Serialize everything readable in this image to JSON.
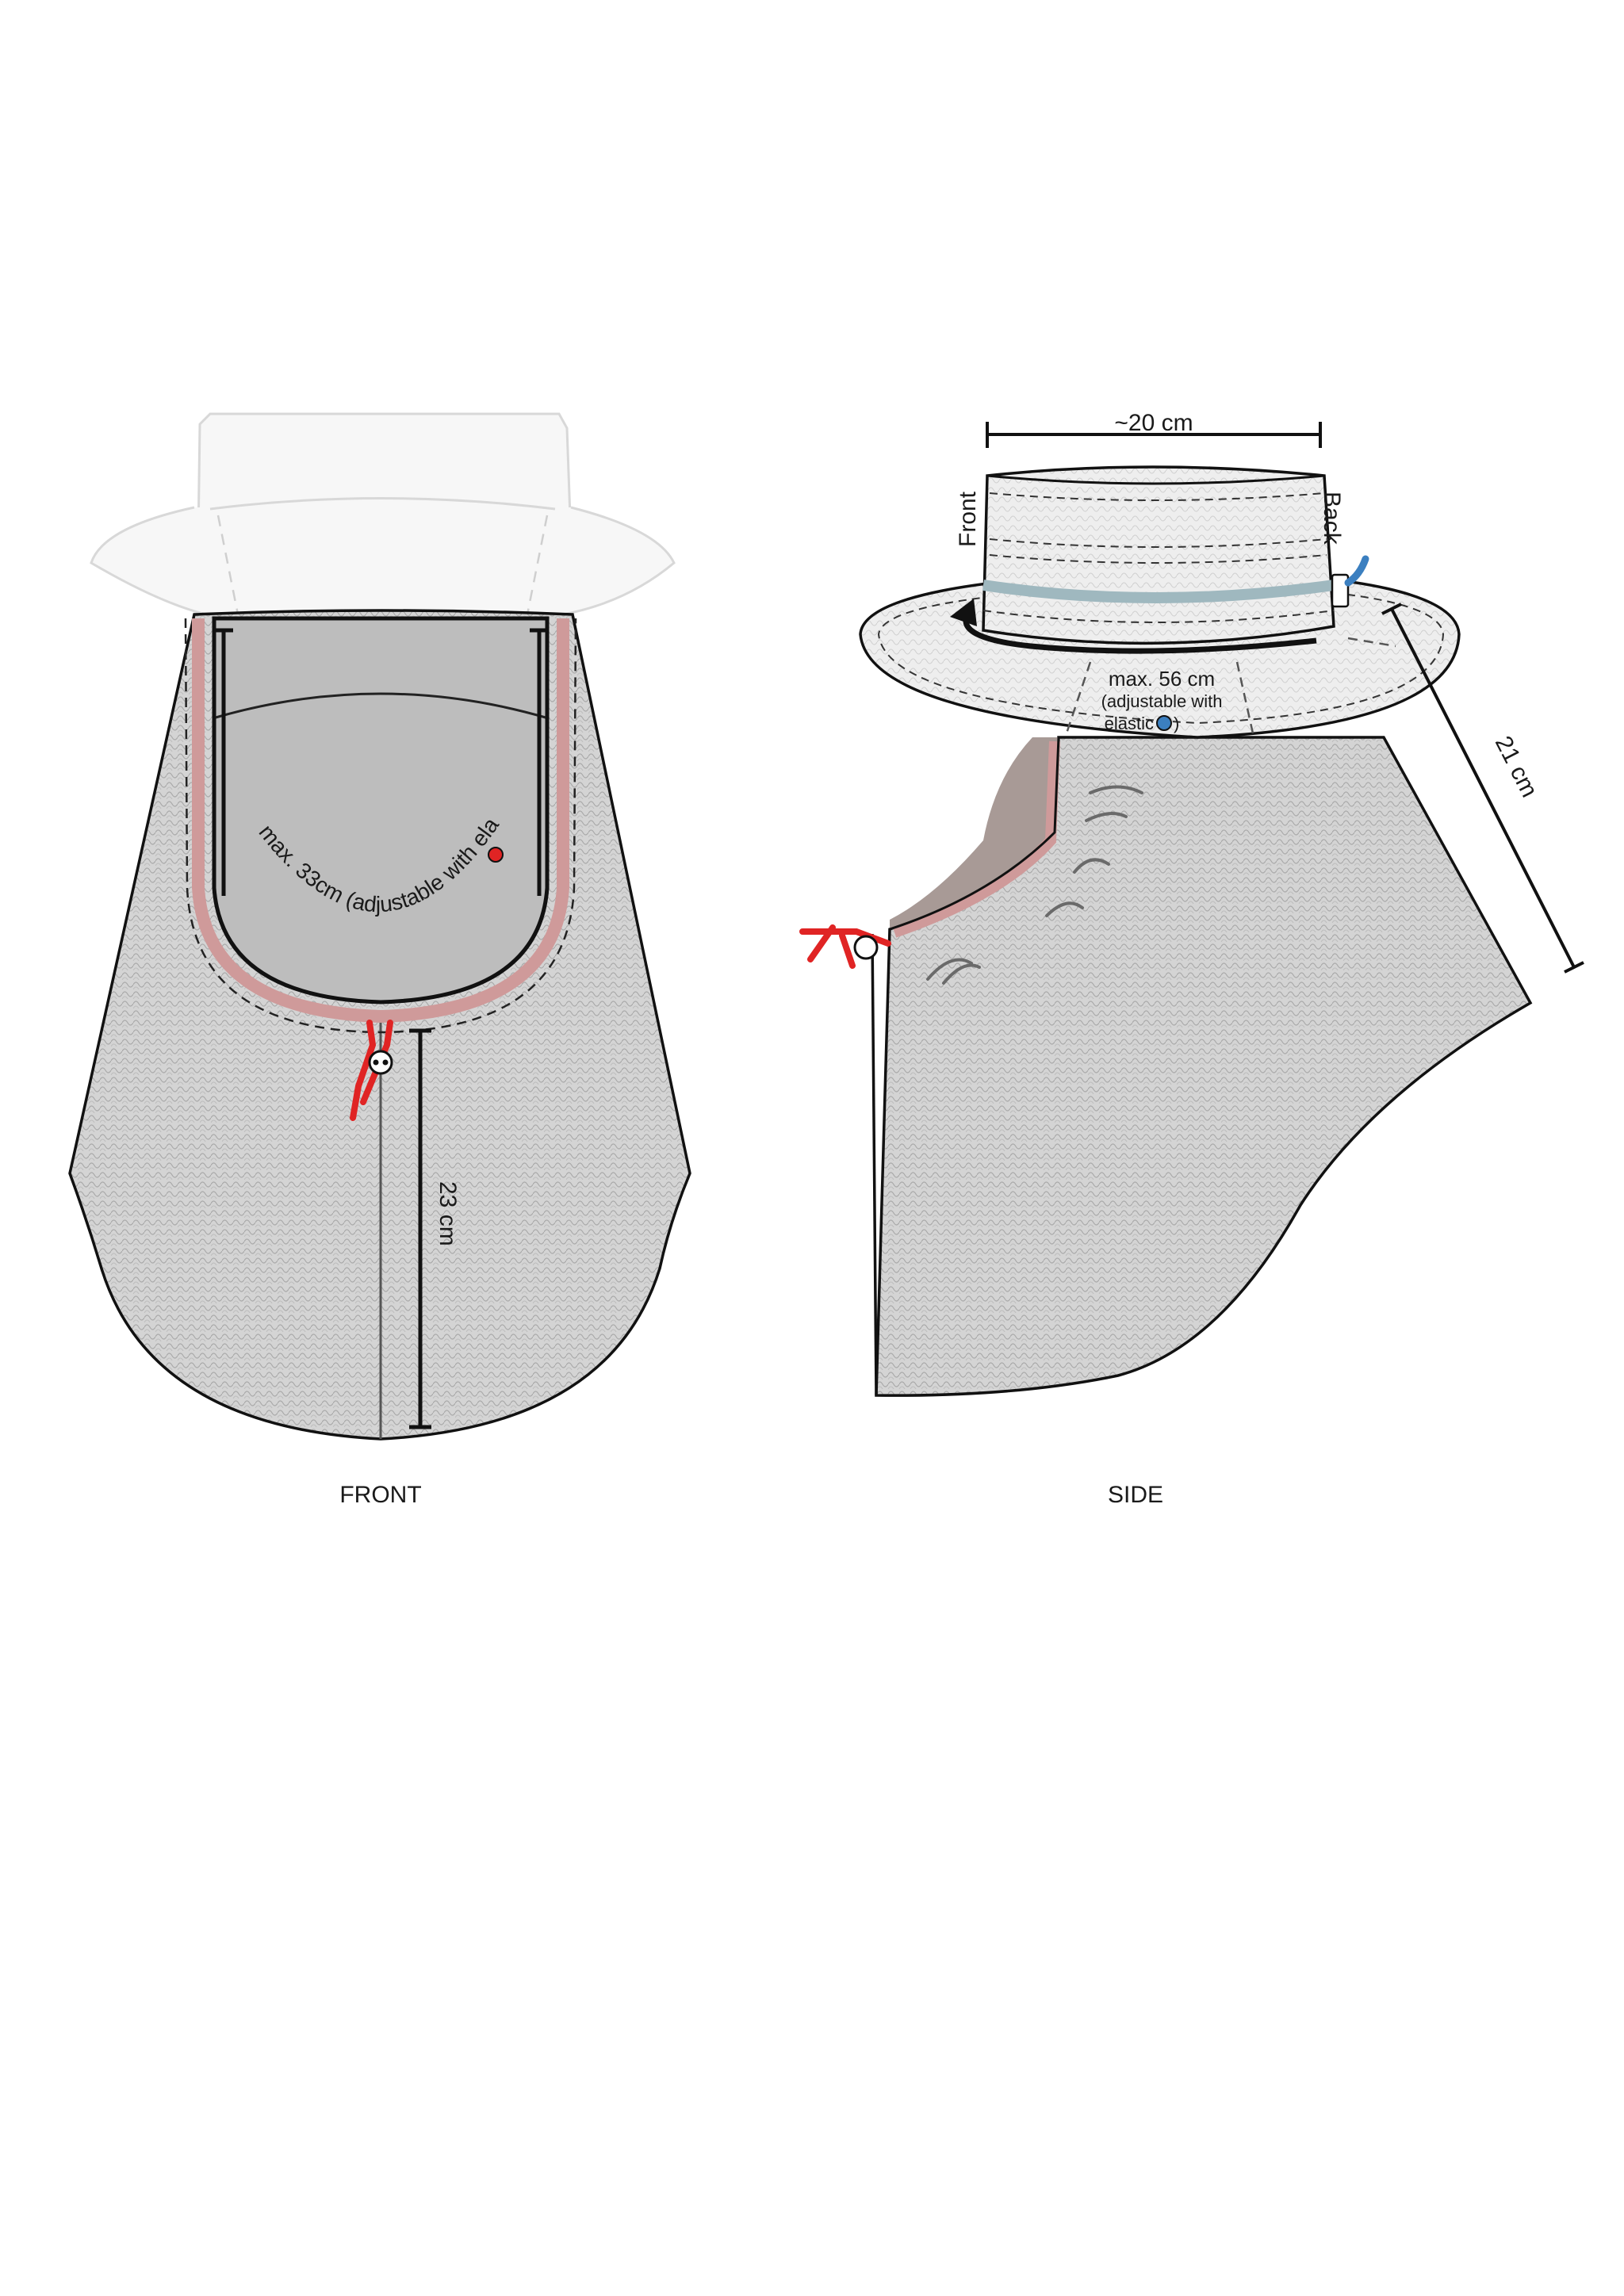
{
  "front": {
    "caption": "FRONT",
    "neck_text": "max. 33cm (adjustable with elastic",
    "length_text": "23 cm"
  },
  "side": {
    "caption": "SIDE",
    "crown_width": "~20 cm",
    "front_text": "Front",
    "back_text": "Back",
    "head_line1": "max. 56 cm",
    "head_line2": "(adjustable with",
    "head_line3": "elastic",
    "head_close": ")",
    "length_text": "21 cm"
  },
  "colors": {
    "drawcord_red": "#e02424",
    "elastic_blue": "#3b7fc0",
    "hatband": "#9fb8bf",
    "mesh_fill": "#d2d2d2",
    "neck_inner": "#bcbcbc",
    "piping_pink": "#cf9a9a",
    "outline": "#111111"
  }
}
